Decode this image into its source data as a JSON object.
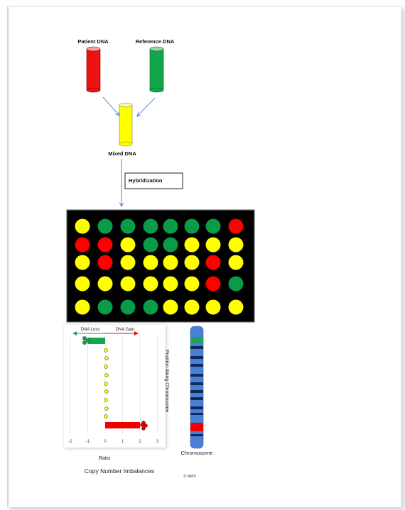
{
  "tubes": {
    "patient": {
      "label": "Patient DNA",
      "color": "#ee1111"
    },
    "reference": {
      "label": "Reference DNA",
      "color": "#11a64a"
    },
    "mixed": {
      "label": "Mixed DNA",
      "color": "#ffff00"
    }
  },
  "hybridization_label": "Hybridization",
  "microarray": {
    "background": "#000000",
    "colors": {
      "R": "#ff0000",
      "G": "#0a9b48",
      "Y": "#ffff00"
    },
    "rows": [
      [
        "Y",
        "G",
        "G",
        "G",
        "G",
        "G",
        "G",
        "R"
      ],
      [
        "R",
        "R",
        "Y",
        "G",
        "G",
        "Y",
        "Y",
        "Y"
      ],
      [
        "Y",
        "R",
        "Y",
        "Y",
        "Y",
        "Y",
        "R",
        "Y"
      ],
      [
        "Y",
        "Y",
        "Y",
        "Y",
        "Y",
        "Y",
        "R",
        "G"
      ],
      [
        "Y",
        "G",
        "G",
        "G",
        "Y",
        "Y",
        "Y",
        "Y"
      ]
    ]
  },
  "ratio_plot": {
    "loss_label": "DNA Loss",
    "gain_label": "DNA Gain",
    "xlabel": "Ratio",
    "side_label": "Position Along Chromosome",
    "ticks": [
      "-2",
      "-1",
      "0",
      "1",
      "2",
      "3"
    ],
    "loss_bar_value": -1,
    "gain_bar_value": 2
  },
  "chromosome_label": "Chromosome",
  "caption": "Copy Number Imbalances",
  "credit": "© NMS"
}
